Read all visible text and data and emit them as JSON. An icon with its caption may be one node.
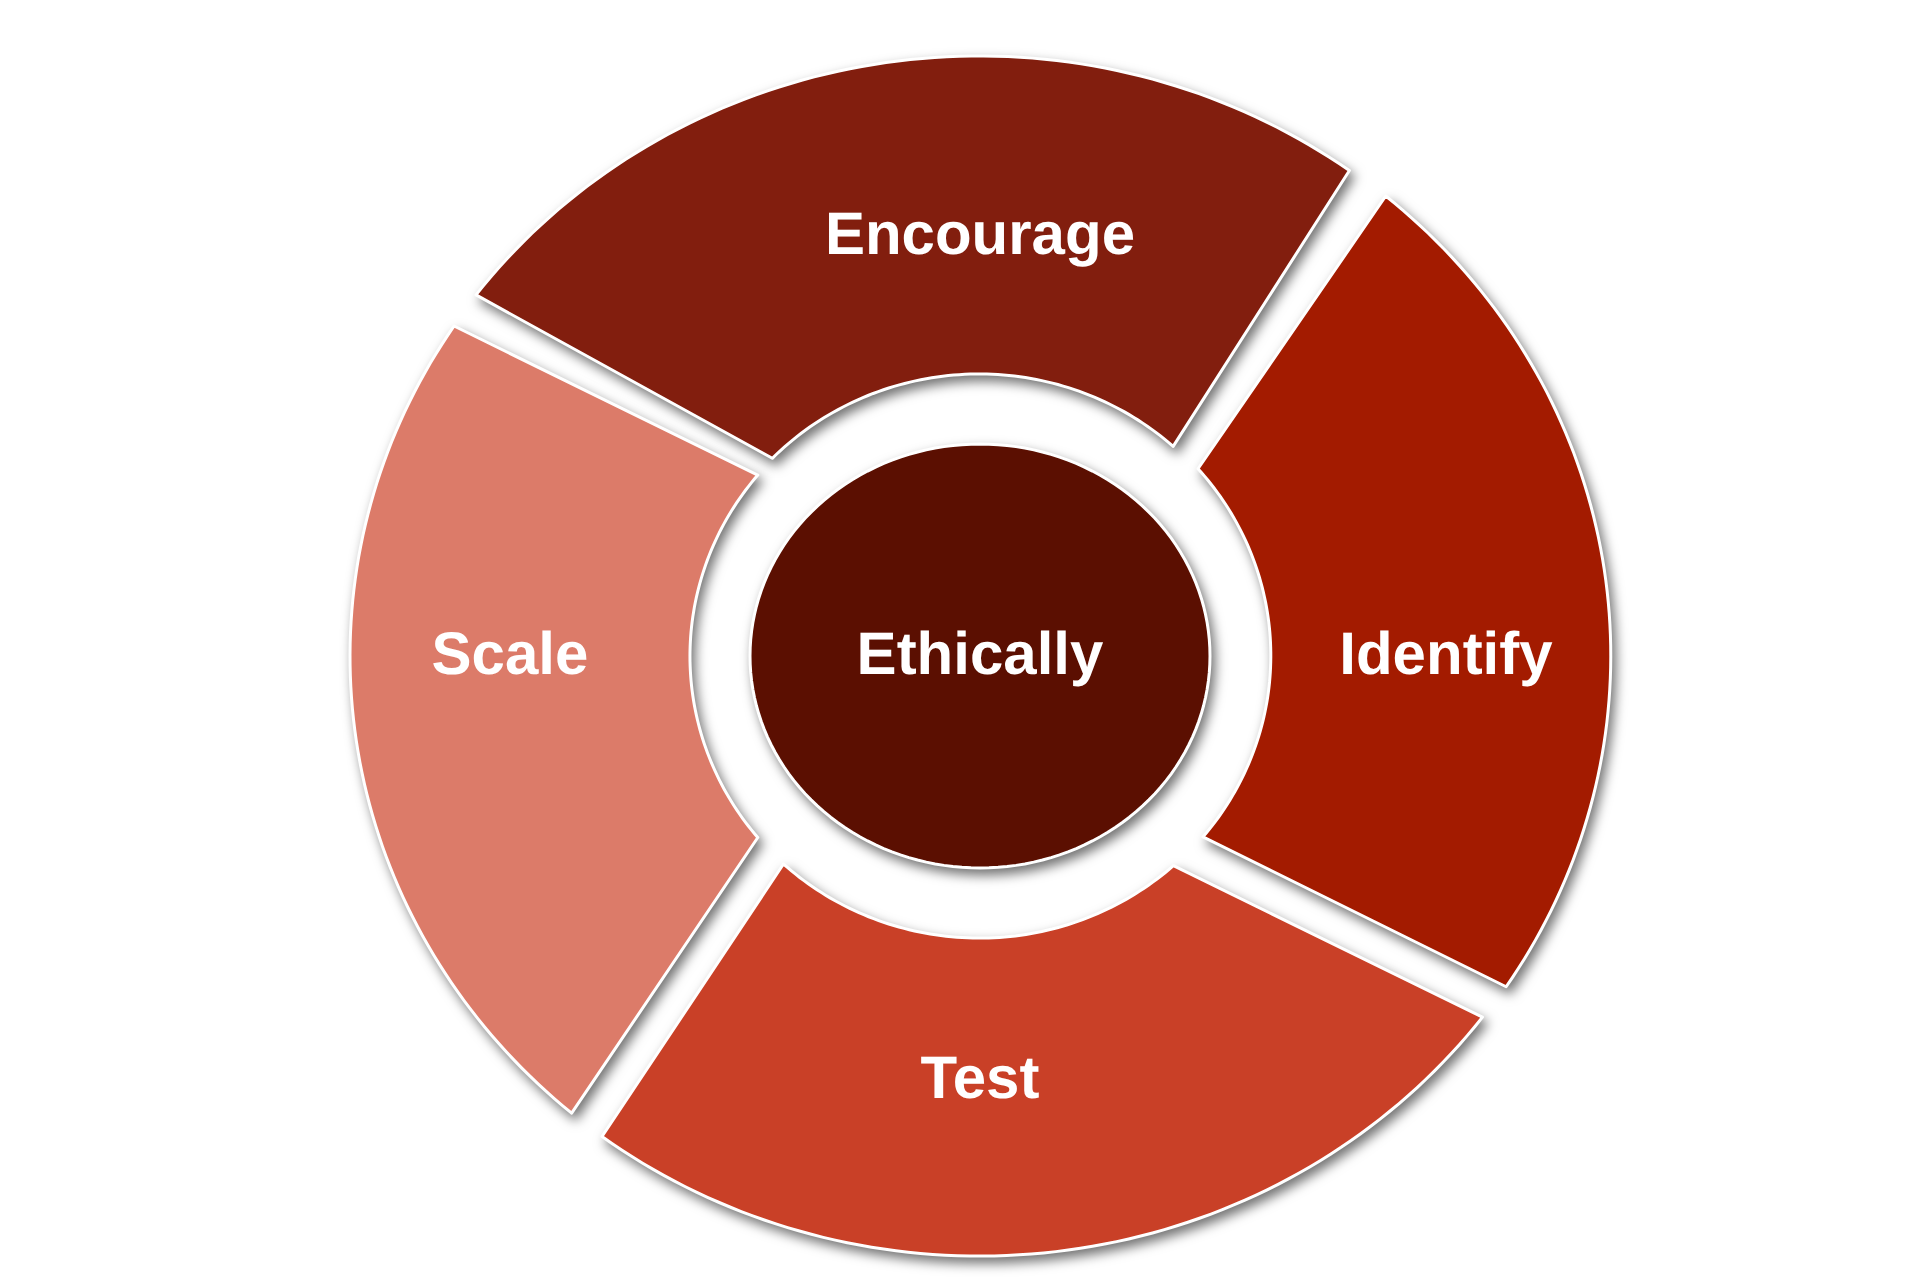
{
  "diagram": {
    "nodes": [
      {
        "text": [
          "Encourage"
        ]
      },
      {
        "text": [
          "Scale"
        ]
      },
      {
        "text": [
          "Ethically"
        ]
      },
      {
        "text": [
          "Identify"
        ]
      },
      {
        "text": [
          "Test"
        ]
      }
    ]
  }
}
